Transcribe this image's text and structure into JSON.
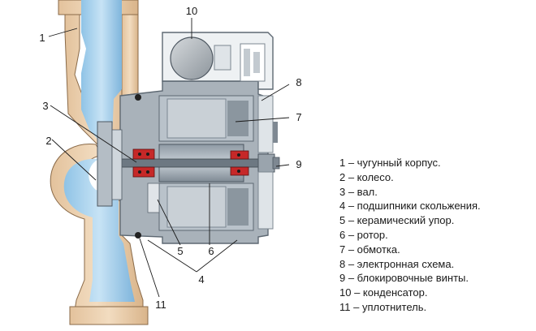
{
  "callouts": [
    "1",
    "2",
    "3",
    "4",
    "5",
    "6",
    "7",
    "8",
    "9",
    "10",
    "11"
  ],
  "legend": [
    "1 – чугунный корпус.",
    "2 – колесо.",
    "3 – вал.",
    "4 – подшипники скольжения.",
    "5 – керамический упор.",
    "6 – ротор.",
    "7 – обмотка.",
    "8 – электронная схема.",
    "9 – блокировочные винты.",
    "10 – конденсатор.",
    "11 – уплотнитель."
  ]
}
